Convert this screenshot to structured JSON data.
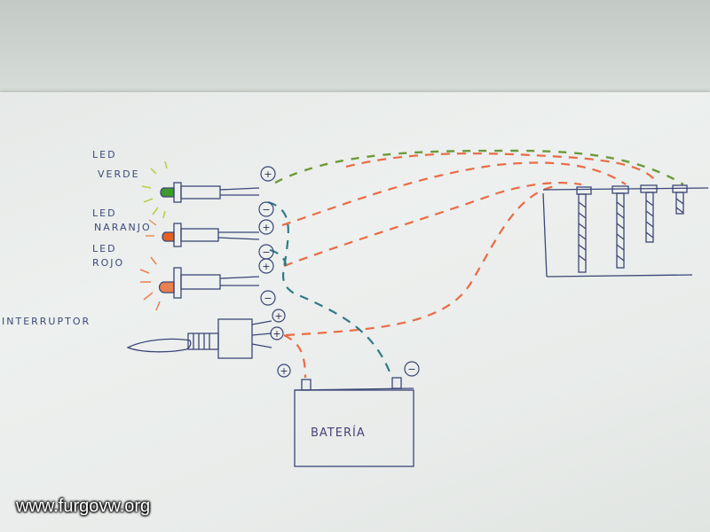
{
  "labels": {
    "led_verde": [
      "LED",
      "VERDE"
    ],
    "led_naranjo": [
      "LED",
      "NARANJO"
    ],
    "led_rojo": [
      "LED",
      "ROJO"
    ],
    "interruptor": "INTERRUPTOR",
    "bateria": "BATERÍA"
  },
  "symbols": {
    "plus": "+",
    "minus": "−"
  },
  "watermark": "www.furgovw.org",
  "colors": {
    "led_green": "#3f9a2c",
    "led_orange": "#e2611f",
    "led_red": "#e8804f",
    "wire_orange": "#ea6b46",
    "wire_green": "#6c9a3a",
    "wire_teal": "#2f7b86",
    "ink": "#3c4677"
  }
}
